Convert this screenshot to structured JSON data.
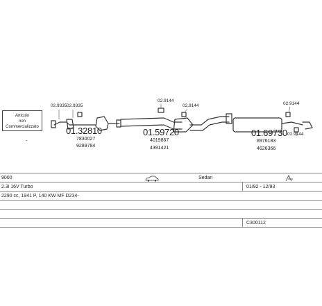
{
  "box_label": [
    "Articolo",
    "non",
    "Commercializzato"
  ],
  "box_dash": "-",
  "parts": {
    "p1": "02.9335",
    "p2": "02.9335",
    "main1": "01.32810",
    "main1_sub1": "7830027",
    "main1_sub2": "9289784",
    "p3": "02.9144",
    "p4": "02.9144",
    "main2": "01.59720",
    "main2_sub1": "4019867",
    "main2_sub2": "4391421",
    "p5": "02.9144",
    "main3": "01.69730",
    "main3_sub1": "8976183",
    "main3_sub2": "4626366",
    "p6": "02.9144"
  },
  "table": {
    "model": "9000",
    "body": "Sedan",
    "engine": "2.3i 16V Turbo",
    "years": "01/92 - 12/93",
    "spec": "2290 cc, 1941 P, 140 KW MF D234-",
    "code": "C300112"
  },
  "colors": {
    "ink": "#333333",
    "line": "#888888"
  }
}
